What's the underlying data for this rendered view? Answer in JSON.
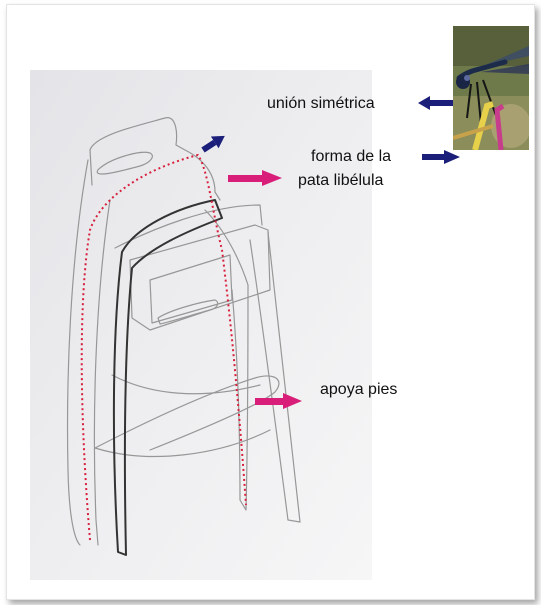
{
  "annotations": {
    "union_simetrica": "unión simétrica",
    "forma_line1": "forma de la",
    "forma_line2": "pata libélula",
    "apoya_pies": "apoya pies"
  },
  "colors": {
    "navy_arrow": "#1b1f7a",
    "magenta_arrow": "#d81e78",
    "red_dotted": "#d8203c",
    "pencil": "#8e8e8e",
    "dark_leg": "#333333"
  },
  "icons": {
    "photo": "dragonfly-photo",
    "navy": "navy-arrow-icon",
    "magenta": "magenta-arrow-icon"
  }
}
